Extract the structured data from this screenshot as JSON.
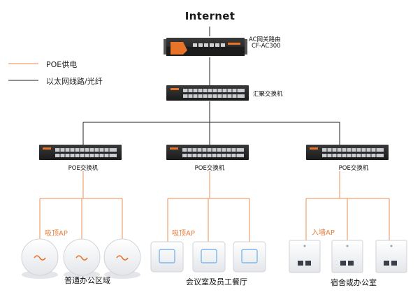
{
  "title": "Internet",
  "legend": {
    "poe": {
      "label": "POE供电",
      "color": "#f0a070"
    },
    "ethernet": {
      "label": "以太网线路/光纤",
      "color": "#222222"
    }
  },
  "router": {
    "line1": "AC网关路由",
    "line2": "CF-AC300"
  },
  "aggregation_switch": {
    "label": "汇聚交换机"
  },
  "poe_switches": [
    {
      "label": "POE交换机"
    },
    {
      "label": "POE交换机"
    },
    {
      "label": "POE交换机"
    }
  ],
  "ap_groups": [
    {
      "type_label": "吸顶AP",
      "zone_label": "普通办公区域",
      "ap_style": "round-ceiling"
    },
    {
      "type_label": "吸顶AP",
      "zone_label": "会议室及员工餐厅",
      "ap_style": "square-ceiling"
    },
    {
      "type_label": "入墙AP",
      "zone_label": "宿舍或办公室",
      "ap_style": "wall-panel"
    }
  ],
  "colors": {
    "poe_line": "#f0a070",
    "ap_label": "#e87d3e",
    "device_body": "#2b2b2b",
    "router_accent": "#e8742a"
  }
}
